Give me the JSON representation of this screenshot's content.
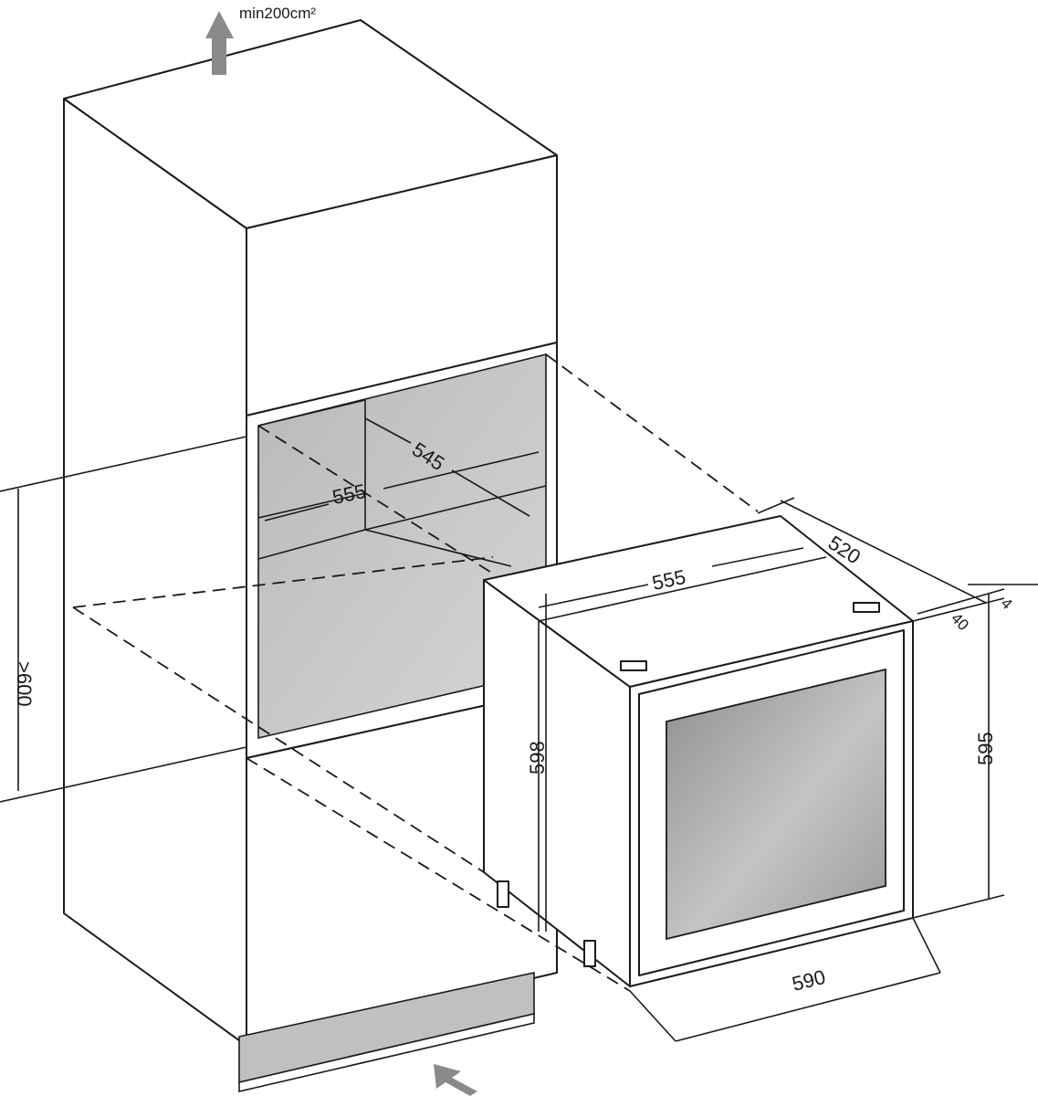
{
  "labels": {
    "vent_area": "min200cm²",
    "niche_depth": "545",
    "niche_width": "555",
    "niche_height": ">600",
    "unit_depth": "520",
    "unit_width_top": "555",
    "door_thickness": "40",
    "door_gap": "4",
    "unit_height_body": "598",
    "unit_height_front": "595",
    "unit_width_front": "590"
  },
  "colors": {
    "line": "#1a1a1a",
    "cavity_gray": "#c8c8c8",
    "arrow_gray": "#8a8a8a",
    "glass_gray": "#a9a9a9"
  }
}
